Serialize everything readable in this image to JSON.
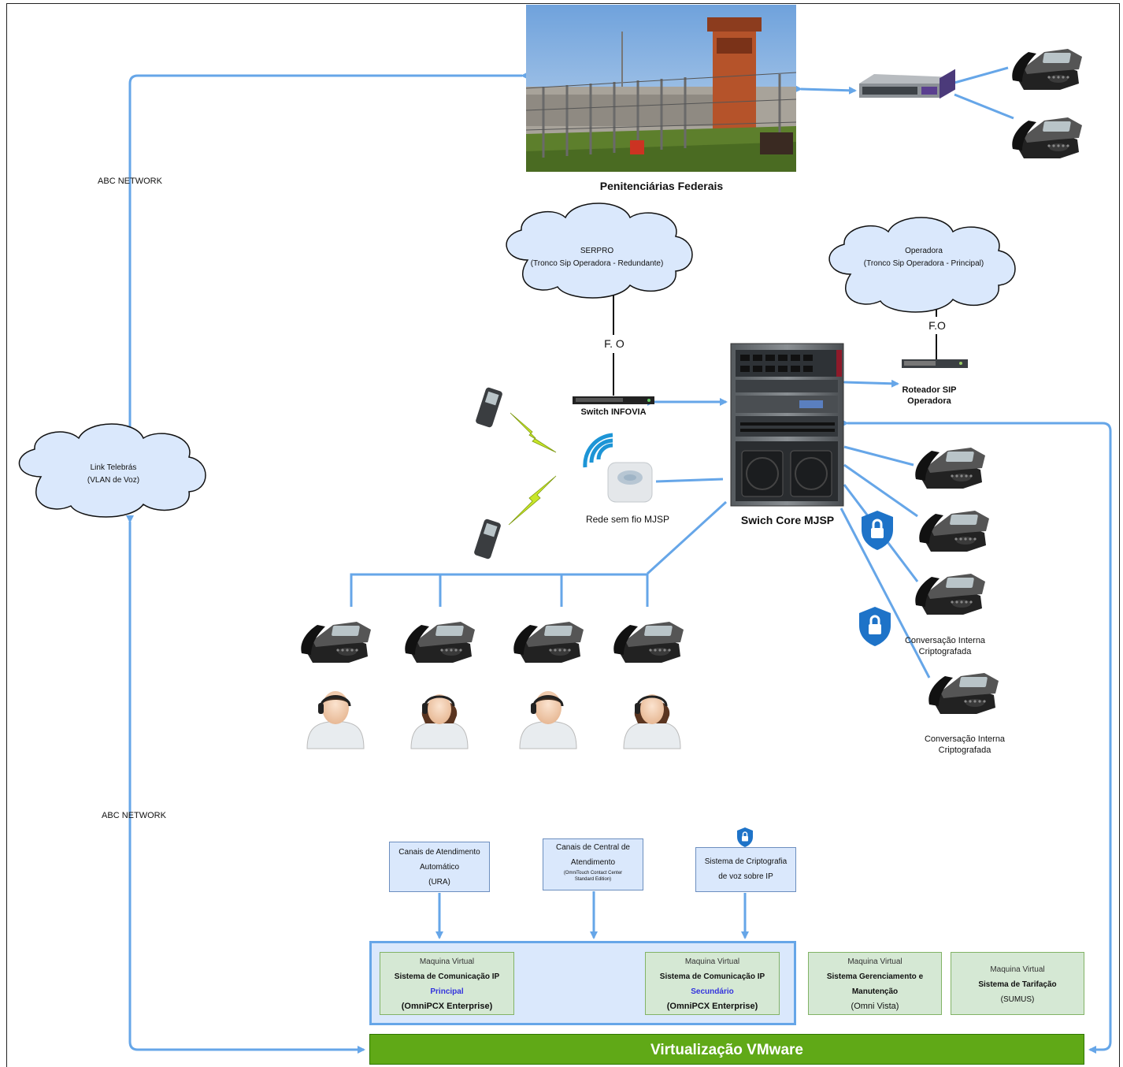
{
  "title": "Penitenciárias Federais",
  "links": {
    "abc_network_top": "ABC NETWORK",
    "abc_network_bottom": "ABC NETWORK",
    "fo_left": "F. O",
    "fo_right": "F.O"
  },
  "clouds": {
    "serpro": {
      "line1": "SERPRO",
      "line2": "(Tronco Sip Operadora - Redundante)"
    },
    "operadora": {
      "line1": "Operadora",
      "line2": "(Tronco Sip Operadora - Principal)"
    },
    "telebras": {
      "line1": "Link Telebrás",
      "line2": "(VLAN de Voz)"
    }
  },
  "devices": {
    "switch_infovia": "Switch INFOVIA",
    "roteador_sip": "Roteador SIP",
    "roteador_sip_2": "Operadora",
    "core": "Swich Core MJSP",
    "wireless": "Rede sem fio MJSP",
    "encrypted_1_line1": "Conversação Interna",
    "encrypted_1_line2": "Criptografada",
    "encrypted_2_line1": "Conversação Interna",
    "encrypted_2_line2": "Criptografada"
  },
  "services": {
    "ura": {
      "line1": "Canais de Atendimento",
      "line2": "Automático",
      "line3": "(URA)"
    },
    "central": {
      "line1": "Canais de Central de",
      "line2": "Atendimento",
      "small1": "(OmniTouch Contact Center",
      "small2": "Standard Edition)"
    },
    "cripto": {
      "line1": "Sistema de Criptografia",
      "line2": "de voz sobre IP"
    }
  },
  "vms": {
    "principal": {
      "line1": "Maquina Virtual",
      "line2": "Sistema de Comunicação IP",
      "line3": "Principal",
      "line4": "(OmniPCX Enterprise)"
    },
    "secundario": {
      "line1": "Maquina Virtual",
      "line2": "Sistema de Comunicação IP",
      "line3": "Secundário",
      "line4": "(OmniPCX Enterprise)"
    },
    "gerenciamento": {
      "line1": "Maquina Virtual",
      "line2": "Sistema Gerenciamento e",
      "line3": "Manutenção",
      "line4": "(Omni Vista)"
    },
    "tarifacao": {
      "line1": "Maquina Virtual",
      "line2": "Sistema de Tarifação",
      "line3": "(SUMUS)"
    }
  },
  "platform": "Virtualização VMware",
  "colors": {
    "link": "#66a6e8",
    "cloud_fill": "#dae8fc",
    "vmware": "#60a917",
    "vm_fill": "#d5e8d4",
    "shield": "#1e73c8"
  }
}
